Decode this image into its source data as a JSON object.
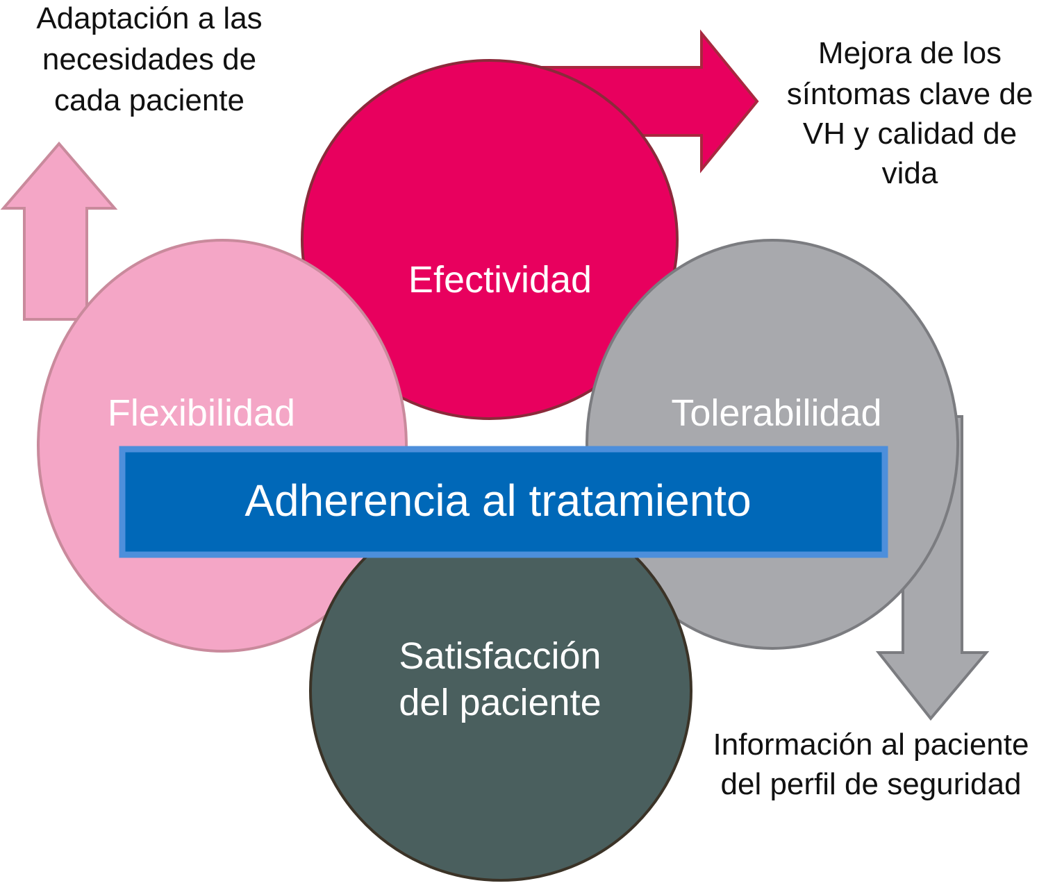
{
  "colors": {
    "efectividad": "#e8005e",
    "flexibilidad": "#f4a6c6",
    "tolerabilidad": "#a8a9ad",
    "satisfaccion": "#4a5f5e",
    "adherencia": "#0068b8",
    "adherencia_border": "#4d8fdb"
  },
  "outcomes": {
    "adaptacion": [
      "Adaptación a las",
      "necesidades de",
      "cada paciente"
    ],
    "mejora": [
      "Mejora de los",
      "síntomas clave de",
      "VH y calidad de",
      "vida"
    ],
    "informacion": [
      "Información al paciente",
      "del perfil de seguridad"
    ]
  },
  "factors": {
    "efectividad": "Efectividad",
    "flexibilidad": "Flexibilidad",
    "tolerabilidad": "Tolerabilidad",
    "satisfaccion": [
      "Satisfacción",
      "del paciente"
    ]
  },
  "center_label": "Adherencia al tratamiento"
}
